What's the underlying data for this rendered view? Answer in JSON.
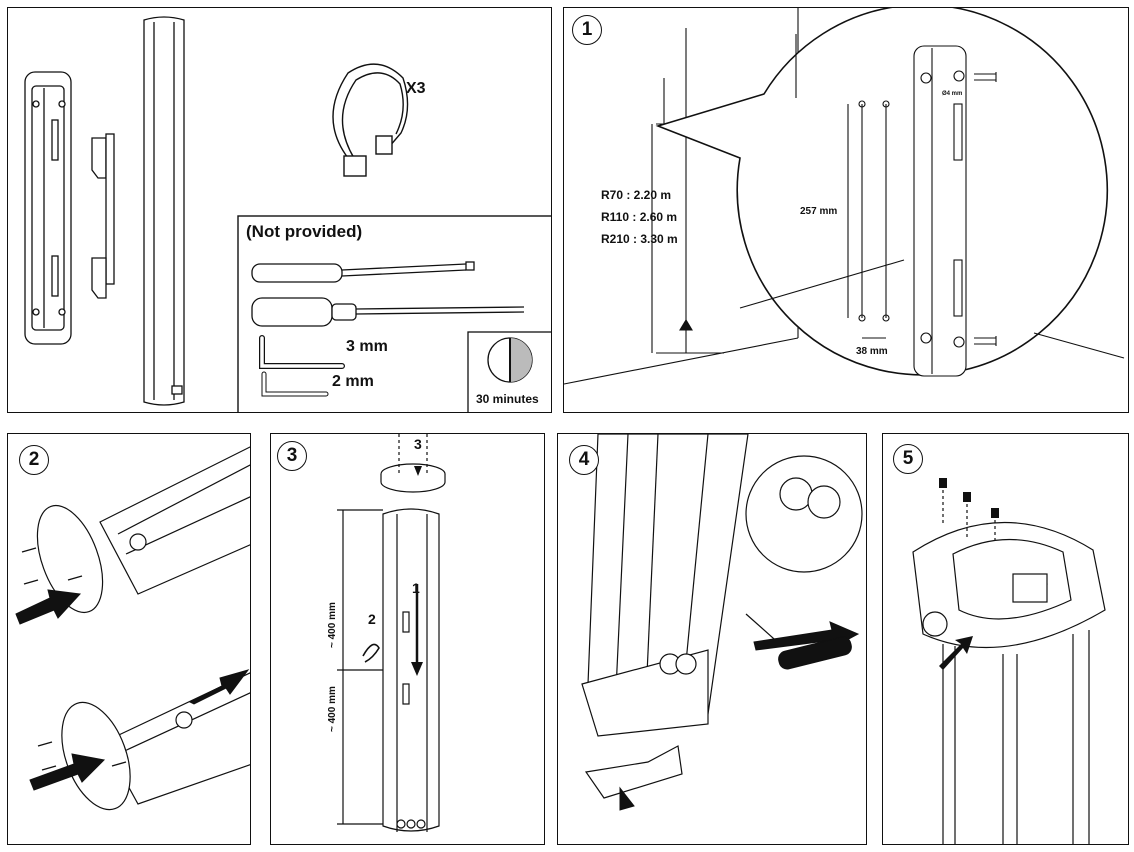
{
  "parts": {
    "clip_qty": "X3",
    "not_provided": "(Not provided)",
    "hex_key_small": "3 mm",
    "hex_key_large": "2 mm",
    "duration": "30 minutes"
  },
  "step1": {
    "number": "1",
    "heights": [
      "R70 : 2.20 m",
      "R110 : 2.60 m",
      "R210 : 3.30 m"
    ],
    "spacing_vertical": "257 mm",
    "spacing_horizontal": "38 mm",
    "screw_note": "Ø4 mm"
  },
  "step2": {
    "number": "2"
  },
  "step3": {
    "number": "3",
    "arrow_1": "1",
    "arrow_2": "2",
    "arrow_3": "3",
    "dim_upper": "~ 400 mm",
    "dim_lower": "~ 400 mm"
  },
  "step4": {
    "number": "4"
  },
  "step5": {
    "number": "5"
  }
}
